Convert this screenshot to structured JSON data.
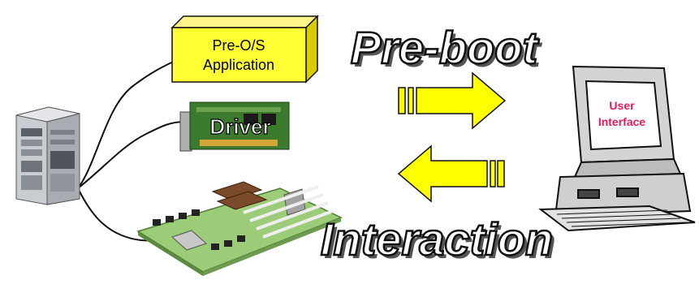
{
  "diagram": {
    "application_box": {
      "line1": "Pre-O/S",
      "line2": "Application"
    },
    "driver_card": {
      "label": "Driver"
    },
    "monitor": {
      "line1": "User",
      "line2": "Interface"
    },
    "top_caption": "Pre-boot",
    "bottom_caption": "Interaction",
    "icons": [
      "tower-pc-icon",
      "expansion-card-icon",
      "motherboard-icon",
      "desktop-computer-icon",
      "right-arrow-icon",
      "left-arrow-icon"
    ],
    "colors": {
      "box_fill": "#ffff33",
      "arrow_fill": "#ffff00",
      "card_green": "#3c7a2e",
      "board_green": "#9ccc77",
      "monitor_screen": "#ffffff",
      "user_interface_text": "#e8185a",
      "caption_shadow": "#555555"
    }
  }
}
